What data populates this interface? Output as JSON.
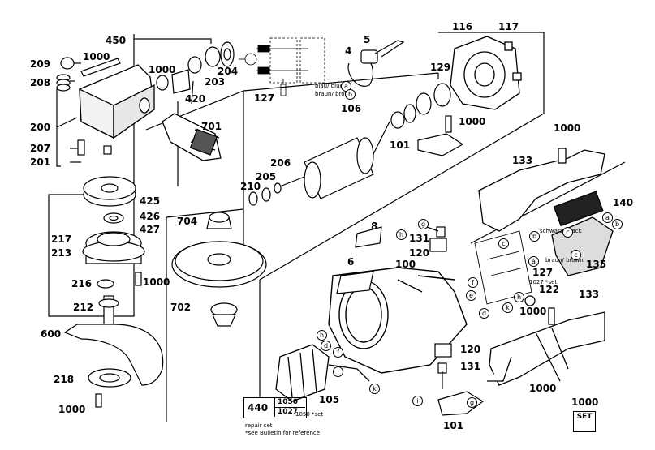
{
  "callouts": {
    "c450": "450",
    "c209": "209",
    "c1000a": "1000",
    "c208": "208",
    "c200": "200",
    "c207": "207",
    "c201": "201",
    "c1000b": "1000",
    "c203": "203",
    "c204": "204",
    "c420": "420",
    "c701": "701",
    "c127a": "127",
    "c4": "4",
    "c5": "5",
    "c116": "116",
    "c117": "117",
    "c129": "129",
    "c106": "106",
    "c1000c": "1000",
    "c101a": "101",
    "c206": "206",
    "c205": "205",
    "c210": "210",
    "c425": "425",
    "c426": "426",
    "c427": "427",
    "c217": "217",
    "c213": "213",
    "c216": "216",
    "c1000d": "1000",
    "c212": "212",
    "c600": "600",
    "c218": "218",
    "c1000e": "1000",
    "c704": "704",
    "c702": "702",
    "c8": "8",
    "c6": "6",
    "c100": "100",
    "c131a": "131",
    "c120a": "120",
    "c1000f": "1000",
    "c133a": "133",
    "c140": "140",
    "c135": "135",
    "c127b": "127",
    "c122": "122",
    "c1000g": "1000",
    "c133b": "133",
    "c120b": "120",
    "c131b": "131",
    "c105": "105",
    "c101b": "101",
    "c1000h": "1000",
    "c1000i": "1000"
  },
  "wire_labels": {
    "blue": "blau/ blue",
    "brown": "braun/ brown",
    "black": "schwarz/ black",
    "brown2": "braun/ brown",
    "set127": "1027 *set",
    "set105": "1050 *set"
  },
  "markers": {
    "a1": "a",
    "b1": "b",
    "a2": "a",
    "b2": "b",
    "h1": "h",
    "g1": "g",
    "b3": "b",
    "c1": "c",
    "c2": "c",
    "c3": "c",
    "a3": "a",
    "f1": "f",
    "e1": "e",
    "d1": "d",
    "k1": "k",
    "h2": "h",
    "h3": "h",
    "d2": "d",
    "f2": "f",
    "i1": "i",
    "k2": "k",
    "i2": "i",
    "g2": "g"
  },
  "repair_box": {
    "number": "440",
    "code1": "1050",
    "code2": "1027",
    "note1": "repair set",
    "note2": "*see Bulletin for reference"
  },
  "set_badge": {
    "number": "1000",
    "label": "SET"
  }
}
